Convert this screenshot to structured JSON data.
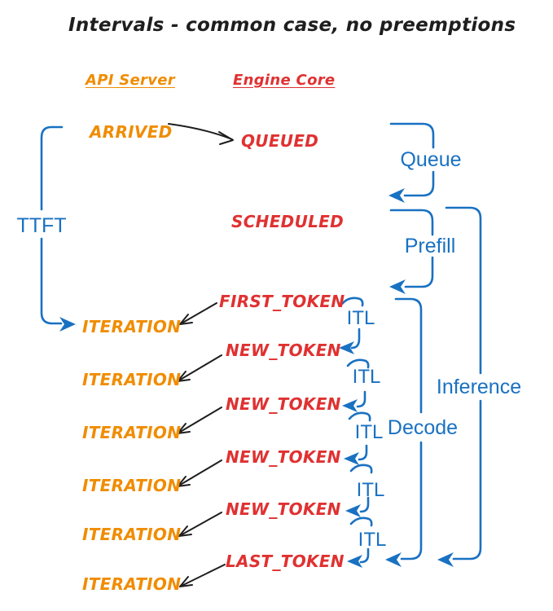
{
  "title": "Intervals - common case, no preemptions",
  "columns": {
    "api": "API Server",
    "engine": "Engine Core"
  },
  "api_events": [
    {
      "label": "ARRIVED"
    },
    {
      "label": "ITERATION"
    },
    {
      "label": "ITERATION"
    },
    {
      "label": "ITERATION"
    },
    {
      "label": "ITERATION"
    },
    {
      "label": "ITERATION"
    },
    {
      "label": "ITERATION"
    }
  ],
  "engine_events": [
    {
      "label": "QUEUED"
    },
    {
      "label": "SCHEDULED"
    },
    {
      "label": "FIRST_TOKEN"
    },
    {
      "label": "NEW_TOKEN"
    },
    {
      "label": "NEW_TOKEN"
    },
    {
      "label": "NEW_TOKEN"
    },
    {
      "label": "NEW_TOKEN"
    },
    {
      "label": "LAST_TOKEN"
    }
  ],
  "intervals": {
    "ttft": "TTFT",
    "queue": "Queue",
    "prefill": "Prefill",
    "decode": "Decode",
    "inference": "Inference",
    "itl": [
      {
        "label": "ITL"
      },
      {
        "label": "ITL"
      },
      {
        "label": "ITL"
      },
      {
        "label": "ITL"
      },
      {
        "label": "ITL"
      }
    ]
  },
  "colors": {
    "api_server": "#f08c00",
    "engine_core": "#e03131",
    "interval_blue": "#1971c2",
    "arrow_black": "#1e1e1e",
    "background": "#ffffff"
  }
}
